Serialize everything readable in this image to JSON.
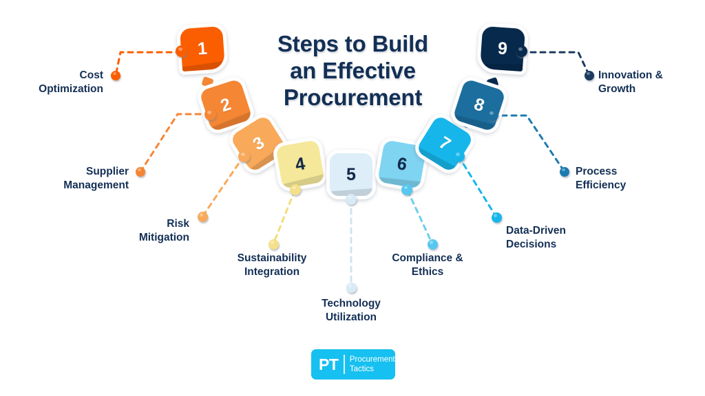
{
  "title": {
    "line1": "Steps to Build",
    "line2": "an Effective",
    "line3": "Procurement",
    "color": "#132F55"
  },
  "steps": [
    {
      "number": "1",
      "color": "#FA5E00",
      "num_color": "#FFFFFF"
    },
    {
      "number": "2",
      "color": "#F58634",
      "num_color": "#FFFFFF"
    },
    {
      "number": "3",
      "color": "#F9A95A",
      "num_color": "#FFFFFF"
    },
    {
      "number": "4",
      "color": "#F5E89A",
      "num_color": "#10284A"
    },
    {
      "number": "5",
      "color": "#DDEEF8",
      "num_color": "#10284A"
    },
    {
      "number": "6",
      "color": "#7FD4F2",
      "num_color": "#10284A"
    },
    {
      "number": "7",
      "color": "#16B6EA",
      "num_color": "#FFFFFF"
    },
    {
      "number": "8",
      "color": "#1B6E9E",
      "num_color": "#FFFFFF"
    },
    {
      "number": "9",
      "color": "#06294C",
      "num_color": "#FFFFFF"
    }
  ],
  "labels": [
    {
      "id": "cost-optimization",
      "line1": "Cost",
      "line2": "Optimization",
      "dot_color": "#FA5E00"
    },
    {
      "id": "supplier-management",
      "line1": "Supplier",
      "line2": "Management",
      "dot_color": "#F58634"
    },
    {
      "id": "risk-mitigation",
      "line1": "Risk",
      "line2": "Mitigation",
      "dot_color": "#F9A95A"
    },
    {
      "id": "sustainability-integration",
      "line1": "Sustainability",
      "line2": "Integration",
      "dot_color": "#F5E089"
    },
    {
      "id": "technology-utilization",
      "line1": "Technology",
      "line2": "Utilization",
      "dot_color": "#D8EAF6"
    },
    {
      "id": "compliance-ethics",
      "line1": "Compliance &",
      "line2": "Ethics",
      "dot_color": "#56C8F0"
    },
    {
      "id": "data-driven-decisions",
      "line1": "Data-Driven",
      "line2": "Decisions",
      "dot_color": "#16B6EA"
    },
    {
      "id": "process-efficiency",
      "line1": "Process",
      "line2": "Efficiency",
      "dot_color": "#1B7BB0"
    },
    {
      "id": "innovation-growth",
      "line1": "Innovation &",
      "line2": "Growth",
      "dot_color": "#1B3A60"
    }
  ],
  "logo": {
    "mark": "PT",
    "word1": "Procurement",
    "word2": "Tactics",
    "color": "#16C0F0"
  }
}
